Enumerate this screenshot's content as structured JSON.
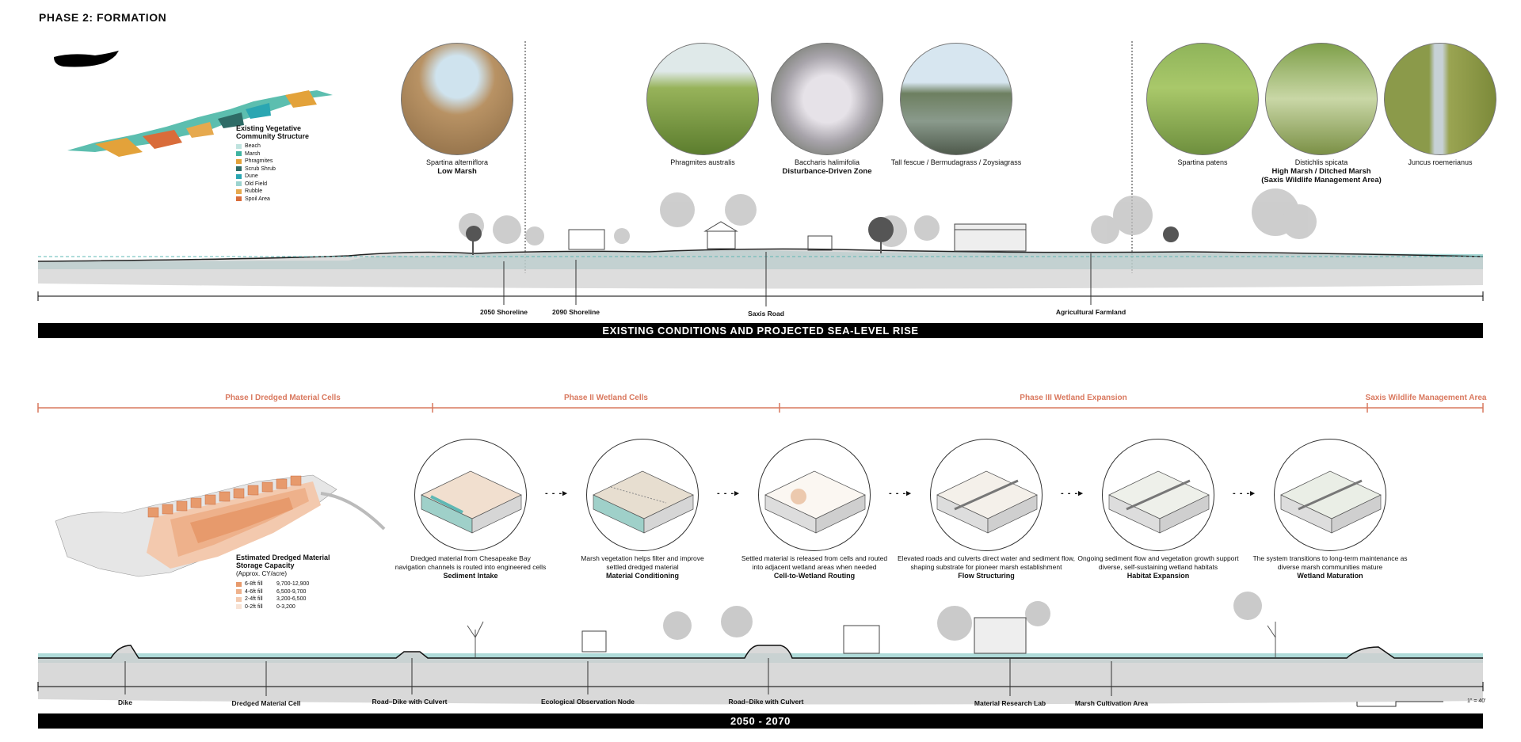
{
  "title": "PHASE 2: FORMATION",
  "vegetation_legend": {
    "title_line1": "Existing Vegetative",
    "title_line2": "Community Structure",
    "items": [
      {
        "label": "Beach",
        "color": "#bfe3df"
      },
      {
        "label": "Marsh",
        "color": "#3fb3a1"
      },
      {
        "label": "Phragmites",
        "color": "#e3a23a"
      },
      {
        "label": "Scrub Shrub",
        "color": "#2e6b66"
      },
      {
        "label": "Dune",
        "color": "#2aa6b2"
      },
      {
        "label": "Old Field",
        "color": "#9bd3cf"
      },
      {
        "label": "Rubble",
        "color": "#e6a94e"
      },
      {
        "label": "Spoil Area",
        "color": "#d96c3a"
      }
    ]
  },
  "species": [
    {
      "name": "Spartina alterniflora",
      "zone": "Low Marsh"
    },
    {
      "name": "Phragmites australis",
      "zone": ""
    },
    {
      "name": "Baccharis halimifolia",
      "zone": "Disturbance-Driven Zone"
    },
    {
      "name": "Tall fescue / Bermudagrass / Zoysiagrass",
      "zone": ""
    },
    {
      "name": "Spartina patens",
      "zone": ""
    },
    {
      "name": "Distichlis spicata",
      "zone": "High Marsh / Ditched Marsh"
    },
    {
      "name": "Juncus roemerianus",
      "zone": ""
    }
  ],
  "high_marsh_sub": "(Saxis Wildlife Management Area)",
  "section1_labels": {
    "shoreline_2050": "2050 Shoreline",
    "shoreline_2090": "2090 Shoreline",
    "saxis_road": "Saxis Road",
    "farmland": "Agricultural Farmland"
  },
  "band1": "EXISTING CONDITIONS AND PROJECTED SEA-LEVEL RISE",
  "phases": {
    "p1": "Phase I Dredged Material Cells",
    "p2": "Phase II Wetland Cells",
    "p3": "Phase III Wetland Expansion",
    "p4": "Saxis Wildlife Management Area"
  },
  "dredge_legend": {
    "title_line1": "Estimated Dredged Material",
    "title_line2": "Storage Capacity",
    "title_line3": "(Approx. CY/acre)",
    "items": [
      {
        "fill": "6-8ft fill",
        "range": "9,700-12,900",
        "color": "#e79a6c"
      },
      {
        "fill": "4-6ft fill",
        "range": "6,500-9,700",
        "color": "#eeb18b"
      },
      {
        "fill": "2-4ft fill",
        "range": "3,200-6,500",
        "color": "#f3c9ae"
      },
      {
        "fill": "0-2ft fill",
        "range": "0-3,200",
        "color": "#f8e3d5"
      }
    ]
  },
  "steps": [
    {
      "desc1": "Dredged material from Chesapeake Bay",
      "desc2": "navigation channels is routed into engineered cells",
      "title": "Sediment Intake"
    },
    {
      "desc1": "Marsh vegetation helps filter and improve",
      "desc2": "settled dredged material",
      "title": "Material Conditioning"
    },
    {
      "desc1": "Settled material is released from cells and routed",
      "desc2": "into adjacent wetland areas when needed",
      "title": "Cell-to-Wetland Routing"
    },
    {
      "desc1": "Elevated roads and culverts direct water and sediment flow,",
      "desc2": "shaping substrate for pioneer marsh establishment",
      "title": "Flow Structuring"
    },
    {
      "desc1": "Ongoing sediment flow and vegetation growth support",
      "desc2": "diverse, self-sustaining wetland habitats",
      "title": "Habitat Expansion"
    },
    {
      "desc1": "The system transitions to long-term maintenance as",
      "desc2": "diverse marsh communities mature",
      "title": "Wetland Maturation"
    }
  ],
  "section2_labels": {
    "dike": "Dike",
    "cell": "Dredged Material Cell",
    "road1": "Road–Dike with Culvert",
    "node": "Ecological Observation Node",
    "road2": "Road–Dike with Culvert",
    "lab": "Material Research Lab",
    "cultivation": "Marsh Cultivation Area"
  },
  "scale": "1\" = 40'",
  "band2": "2050 - 2070",
  "colors": {
    "accent": "#d9785e",
    "water": "#5fb8b4"
  }
}
